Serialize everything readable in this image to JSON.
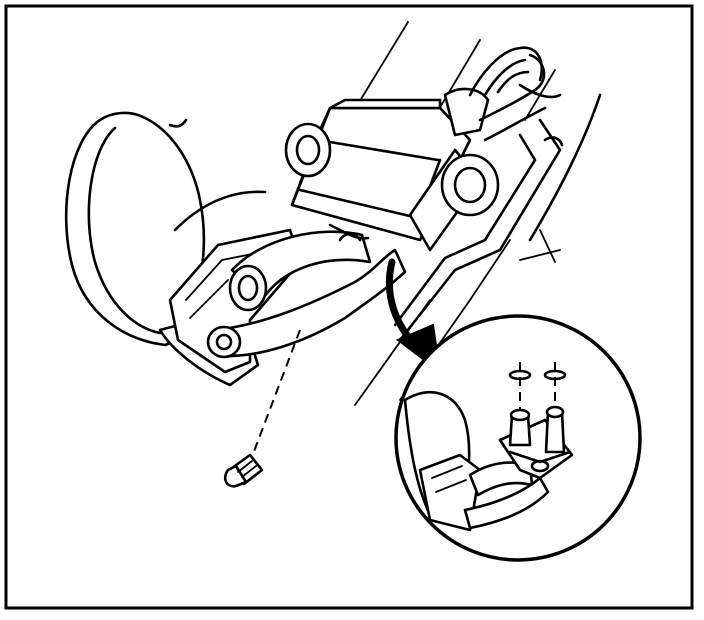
{
  "diagram": {
    "components": [
      {
        "id": "heater-core-housing",
        "icon": "heater-housing-outline"
      },
      {
        "id": "heater-hoses",
        "icon": "hose-pair"
      },
      {
        "id": "engine-bracket",
        "icon": "bracket-outline"
      },
      {
        "id": "hose-connector-block",
        "icon": "connector-block"
      },
      {
        "id": "mounting-screw",
        "icon": "screw-icon"
      },
      {
        "id": "detail-view",
        "icon": "magnified-circle"
      },
      {
        "id": "o-rings",
        "icon": "o-ring-icon"
      }
    ],
    "colors": {
      "ink": "#000000",
      "paper": "#ffffff"
    }
  }
}
